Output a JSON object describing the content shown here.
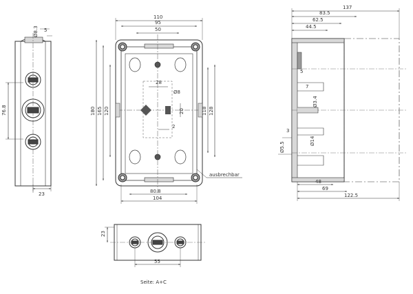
{
  "side_view": {
    "dims": {
      "hole_dia": "Ø8.3",
      "width": "5",
      "height": "76.8",
      "bottom": "23"
    }
  },
  "front_view": {
    "dims": {
      "overall_width": "110",
      "width_95": "95",
      "width_50": "50",
      "overall_height": "180",
      "height_165": "165",
      "height_120": "120",
      "height_118": "118",
      "height_128": "128",
      "rib_28": "28",
      "hole_8": "Ø8",
      "slot_20": "20",
      "step_2": "2",
      "inner_80": "80.8",
      "outer_104": "104"
    },
    "callout": "ausbrechbar"
  },
  "section_view": {
    "dims": {
      "top_137": "137",
      "top_83": "83.5",
      "top_62": "62.5",
      "top_44": "44.5",
      "depth_5": "5",
      "depth_7": "7",
      "hole_3": "Ø3.4",
      "gap_3": "3",
      "hole_5": "Ø5.5",
      "hole_14": "Ø14",
      "bot_48": "48",
      "bot_69": "69",
      "bot_122": "122.5"
    }
  },
  "bottom_view": {
    "dims": {
      "height_23": "23",
      "spacing_55": "55"
    }
  },
  "footer_label": "Seite: A+C",
  "colors": {
    "line": "#333333",
    "centerline": "#555555",
    "fill_gray": "#d8d8d8",
    "dark_gray": "#9a9a9a"
  }
}
